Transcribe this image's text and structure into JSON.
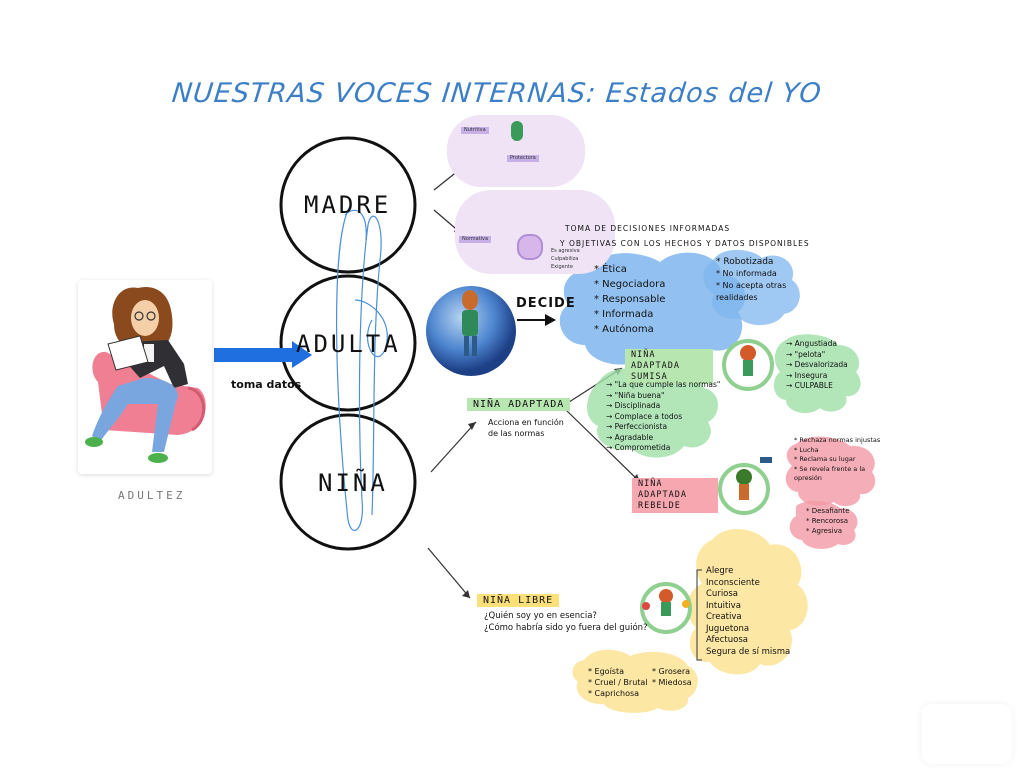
{
  "title": "NUESTRAS VOCES INTERNAS: Estados del YO",
  "states": {
    "madre": "MADRE",
    "adulta": "ADULTA",
    "nina": "NIÑA"
  },
  "adultez": {
    "caption": "ADULTEZ",
    "arrow_label": "toma datos"
  },
  "decide": "DECIDE",
  "adulta_notes": {
    "line1": "TOMA DE DECISIONES INFORMADAS",
    "line2": "Y OBJETIVAS CON LOS HECHOS Y DATOS DISPONIBLES"
  },
  "blue_cloud": [
    "* Ética",
    "* Negociadora",
    "* Responsable",
    "* Informada",
    "* Autónoma"
  ],
  "blue_cloud_right": [
    "* Robotizada",
    "* No informada",
    "* No acepta otras realidades"
  ],
  "madre_maps": {
    "top_labels": [
      "Nutritiva",
      "Protectora"
    ],
    "bottom_label": "Normativa",
    "bottom_branches": [
      "Es agresiva",
      "Culpabiliza",
      "Exigente"
    ]
  },
  "nina_adaptada": {
    "label": "NIÑA ADAPTADA",
    "note": "Acciona en función de las normas"
  },
  "sumisa": {
    "label": "NIÑA ADAPTADA SUMISA",
    "traits": [
      "→ \"La que cumple las normas\"",
      "→ \"Niña buena\"",
      "→ Disciplinada",
      "→ Complace a todos",
      "→ Perfeccionista",
      "→ Agradable",
      "→ Comprometida"
    ],
    "emotions": [
      "→ Angustiada",
      "→ \"pelota\"",
      "→ Desvalorizada",
      "→ Insegura",
      "→ CULPABLE"
    ]
  },
  "rebelde": {
    "label": "NIÑA ADAPTADA REBELDE",
    "traits": [
      "* Rechaza normas injustas",
      "* Lucha",
      "* Reclama su lugar",
      "* Se revela frente a la opresión"
    ],
    "traits2": [
      "* Desafiante",
      "* Rencorosa",
      "* Agresiva"
    ]
  },
  "libre": {
    "label": "NIÑA LIBRE",
    "questions": [
      "¿Quién soy yo en esencia?",
      "¿Cómo habría sido yo fuera del guión?"
    ],
    "positive": [
      "Alegre",
      "Inconsciente",
      "Curiosa",
      "Intuitiva",
      "Creativa",
      "Juguetona",
      "Afectuosa",
      "Segura de sí misma"
    ],
    "negative": [
      "* Egoísta",
      "* Cruel / Brutal",
      "* Caprichosa",
      "* Grosera",
      "* Miedosa"
    ]
  }
}
